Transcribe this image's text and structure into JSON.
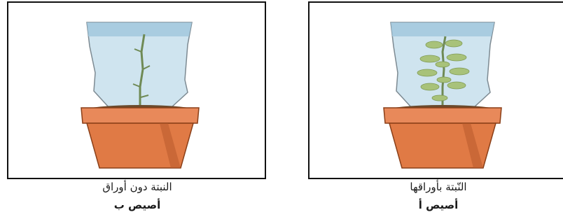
{
  "figures": [
    {
      "id": "b",
      "label": "النبتة دون أوراق",
      "pot_name": "أصيص ب",
      "has_leaves": false
    },
    {
      "id": "a",
      "label": "النّبتة بأوراقها",
      "pot_name": "أصيص أ",
      "has_leaves": true
    }
  ],
  "colors": {
    "pot": "#e07a45",
    "pot_rim": "#e8895a",
    "pot_shadow": "#b85a2c",
    "bag": "#cfe4ef",
    "bag_top": "#9fc6dc",
    "stem": "#6f8a55",
    "leaf": "#a8c27a"
  }
}
